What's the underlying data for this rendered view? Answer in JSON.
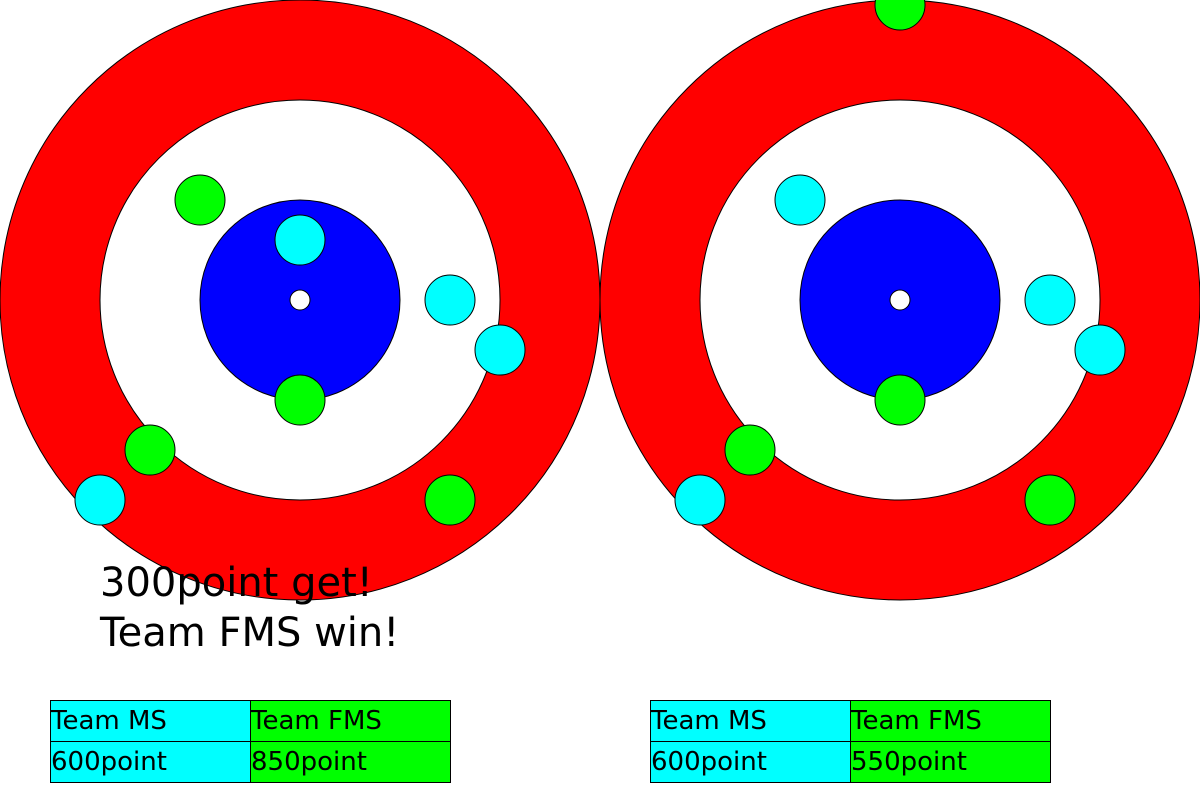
{
  "colors": {
    "outer_ring": "#ff0000",
    "middle_ring": "#ffffff",
    "inner_ring": "#0000ff",
    "button": "#ffffff",
    "team_ms": "#00ffff",
    "team_fms": "#00ff00"
  },
  "houses": [
    {
      "stones": [
        {
          "team": "ms"
        },
        {
          "team": "fms"
        },
        {
          "team": "ms"
        },
        {
          "team": "ms"
        },
        {
          "team": "fms"
        },
        {
          "team": "fms"
        },
        {
          "team": "ms"
        },
        {
          "team": "fms"
        }
      ]
    },
    {
      "stones": [
        {
          "team": "fms"
        },
        {
          "team": "ms"
        },
        {
          "team": "ms"
        },
        {
          "team": "ms"
        },
        {
          "team": "fms"
        },
        {
          "team": "fms"
        },
        {
          "team": "ms"
        },
        {
          "team": "fms"
        }
      ]
    }
  ],
  "message": {
    "line1": "300point get!",
    "line2": "Team FMS win!"
  },
  "scoreboards": [
    {
      "team_ms_label": "Team MS",
      "team_fms_label": "Team FMS",
      "team_ms_score": "600point",
      "team_fms_score": "850point"
    },
    {
      "team_ms_label": "Team MS",
      "team_fms_label": "Team FMS",
      "team_ms_score": "600point",
      "team_fms_score": "550point"
    }
  ]
}
